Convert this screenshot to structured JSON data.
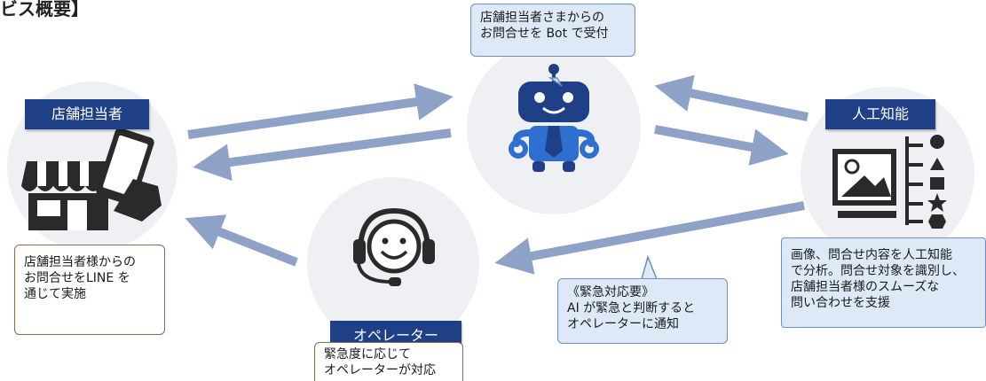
{
  "header": {
    "title_fragment": "ビス概要】"
  },
  "nodes": {
    "store": {
      "label": "店舗担当者"
    },
    "ai": {
      "label": "人工知能"
    },
    "operator": {
      "label": "オペレーター"
    }
  },
  "notes": {
    "bot": [
      "店舗担当者さまからの",
      "お問合せを Bot で受付"
    ],
    "store": [
      "店舗担当者様からの",
      "お問合せをLINE を",
      "通じて実施"
    ],
    "ai": [
      "画像、問合せ内容を人工知能",
      "で分析。問合せ対象を識別し、",
      "店舗担当者様のスムーズな",
      "問い合わせを支援"
    ],
    "emergency": [
      "《緊急対応要》",
      "AI が緊急と判断すると",
      "オペレーターに通知"
    ],
    "operator": [
      "緊急度に応じて",
      "オペレーターが対応"
    ]
  },
  "colors": {
    "arrow": "#8ea1c6",
    "tag": "#1f3f86",
    "circle": "#eef0f3",
    "robot_body": "#1f3f86",
    "robot_accent": "#2f6fd0",
    "note_fill": "#dde9f7",
    "note_border_blue": "#6e8fbf",
    "note_border_brown": "#8a6a4a"
  }
}
